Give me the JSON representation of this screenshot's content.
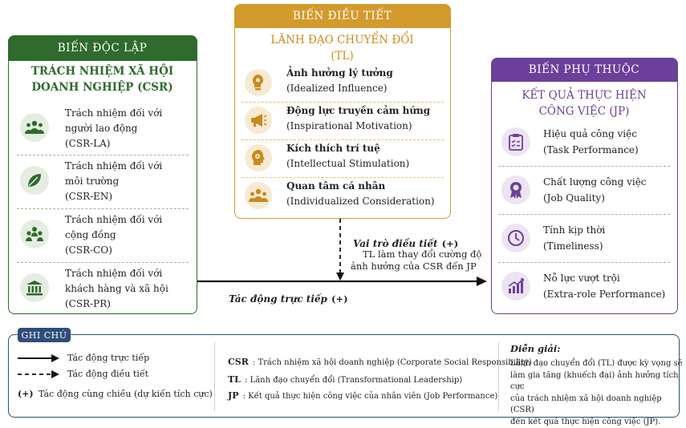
{
  "independent": {
    "header": "BIẾN ĐỘC LẬP",
    "title_line1": "TRÁCH NHIỆM XÃ HỘI",
    "title_line2": "DOANH NGHIỆP (CSR)",
    "items": [
      {
        "icon": "people-group-icon",
        "text": "Trách nhiệm đối với\nngười lao động\n(CSR-LA)"
      },
      {
        "icon": "leaf-icon",
        "text": "Trách nhiệm đối với\nmôi trường\n(CSR-EN)"
      },
      {
        "icon": "community-icon",
        "text": "Trách nhiệm đối với\ncộng đồng\n(CSR-CO)"
      },
      {
        "icon": "bank-building-icon",
        "text": "Trách nhiệm đối với\nkhách hàng và xã hội\n(CSR-PR)"
      }
    ]
  },
  "moderator": {
    "header": "BIẾN ĐIỀU TIẾT",
    "title_line1": "LÃNH ĐẠO CHUYỂN ĐỔI",
    "title_line2": "(TL)",
    "items": [
      {
        "icon": "lightbulb-head-icon",
        "vi": "Ảnh hưởng lý tưởng",
        "en": "(Idealized Influence)"
      },
      {
        "icon": "megaphone-icon",
        "vi": "Động lực truyền cảm hứng",
        "en": "(Inspirational Motivation)"
      },
      {
        "icon": "gear-head-icon",
        "vi": "Kích thích trí tuệ",
        "en": "(Intellectual Stimulation)"
      },
      {
        "icon": "group-care-icon",
        "vi": "Quan tâm cá nhân",
        "en": "(Individualized Consideration)"
      }
    ]
  },
  "dependent": {
    "header": "BIẾN PHỤ THUỘC",
    "title_line1": "KẾT QUẢ THỰC HIỆN",
    "title_line2": "CÔNG VIỆC (JP)",
    "items": [
      {
        "icon": "clipboard-checklist-icon",
        "text": "Hiệu quả công việc\n(Task Performance)"
      },
      {
        "icon": "award-ribbon-icon",
        "text": "Chất lượng công việc\n(Job Quality)"
      },
      {
        "icon": "clock-icon",
        "text": "Tính kịp thời\n(Timeliness)"
      },
      {
        "icon": "growth-chart-icon",
        "text": "Nỗ lực vượt trội\n(Extra-role Performance)"
      }
    ]
  },
  "arrows": {
    "moderating_label": "Vai trò điều tiết",
    "moderating_sign": "(+)",
    "moderating_desc_line1": "TL làm thay đổi cường độ",
    "moderating_desc_line2": "ảnh hưởng của CSR đến JP",
    "direct_label": "Tác động trực tiếp",
    "direct_sign": "(+)"
  },
  "legend": {
    "tag": "GHI CHÚ",
    "direct": "Tác động trực tiếp",
    "moderating": "Tác động điều tiết",
    "positive_symbol": "(+)",
    "positive": "Tác động cùng chiều (dự kiến tích cực)",
    "abbreviations": [
      {
        "key": "CSR",
        "value": ": Trách nhiệm xã hội doanh nghiệp (Corporate Social Responsibility)"
      },
      {
        "key": "TL",
        "value": ": Lãnh đạo chuyển đổi (Transformational Leadership)"
      },
      {
        "key": "JP",
        "value": ": Kết quả thực hiện công việc của nhân viên (Job Performance)"
      }
    ],
    "interpretation_title": "Diễn giải:",
    "interpretation_lines": [
      "Lãnh đạo chuyển đổi (TL) được kỳ vọng sẽ",
      "làm gia tăng (khuếch đại) ảnh hưởng tích cực",
      "của trách nhiệm xã hội doanh nghiệp (CSR)",
      "đến kết quả thực hiện công việc (JP)."
    ]
  },
  "colors": {
    "independent": "#2e6b2c",
    "moderator": "#d39a2c",
    "dependent": "#6c3f9a",
    "legend": "#2f4d7a"
  }
}
